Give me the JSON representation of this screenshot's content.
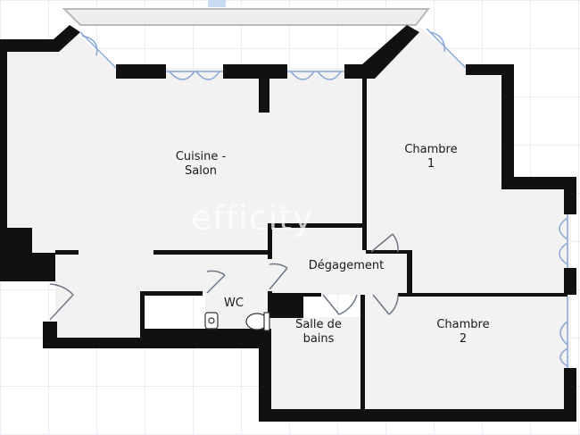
{
  "watermark": "efficity",
  "rooms": {
    "cuisine_salon": {
      "line1": "Cuisine -",
      "line2": "Salon"
    },
    "chambre1": {
      "line1": "Chambre",
      "line2": "1"
    },
    "degagement": {
      "label": "Dégagement"
    },
    "wc": {
      "label": "WC"
    },
    "salle_de_bains": {
      "line1": "Salle de",
      "line2": "bains"
    },
    "chambre2": {
      "line1": "Chambre",
      "line2": "2"
    }
  },
  "colors": {
    "wall": "#111111",
    "floor": "#f2f2f2",
    "grid": "#e8edf4",
    "window": "#8aa6d6",
    "door": "#9aa3b0"
  }
}
